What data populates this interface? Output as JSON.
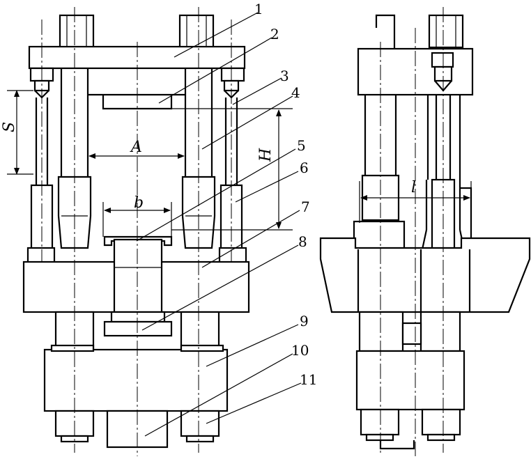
{
  "dimensions": {
    "S": "S",
    "A": "A",
    "H": "H",
    "b": "b",
    "l": "l"
  },
  "part_numbers": [
    "1",
    "2",
    "3",
    "4",
    "5",
    "6",
    "7",
    "8",
    "9",
    "10",
    "11"
  ]
}
